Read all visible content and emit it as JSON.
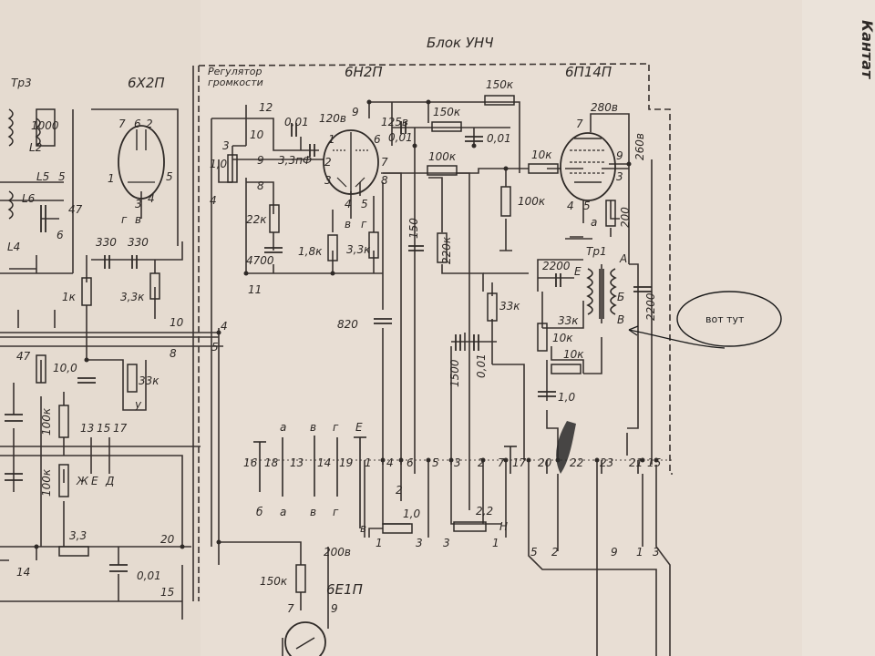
{
  "block_title": "Блок УНЧ",
  "margin_text": "Кантат",
  "tubes": {
    "t1": "6Х2П",
    "t2": "6Н2П",
    "t3": "6П14П",
    "t4": "6Е1П"
  },
  "volume_label_1": "Регулятор",
  "volume_label_2": "громкости",
  "annotation": "вот тут",
  "components": {
    "r_150k_top": "150к",
    "r_150k_mid": "150к",
    "r_100k_mid": "100к",
    "r_100k_right": "100к",
    "r_10k_grid": "10к",
    "r_10k_fb": "10к",
    "r_33k_right": "33к",
    "r_33k_mid": "33к",
    "r_33k_left": "33к",
    "r_22k": "22к",
    "r_1_8k": "1,8к",
    "r_3_3k": "3,3к",
    "r_3_3k_left": "3,3к",
    "r_220k": "220к",
    "r_200": "200",
    "r_1k": "1к",
    "r_100k_l1": "100к",
    "r_100k_l2": "100к",
    "r_47": "47",
    "r_150k_bot": "150к",
    "r_3_3_bot": "3,3",
    "pot_1_0": "1,0",
    "pot_1_0b": "1,0",
    "pot_2_2": "2,2",
    "c_0_01_a": "0,01",
    "c_0_01_b": "0,01",
    "c_0_01_c": "0,01",
    "c_0_01_d": "0,01",
    "c_0_01_bot": "0,01",
    "c_3_3pf": "3,3пФ",
    "c_4700": "4700",
    "c_150": "150",
    "c_820": "820",
    "c_1500": "1500",
    "c_2200a": "2200",
    "c_2200b": "2200",
    "c_1_0": "1,0",
    "c_10_0": "10,0",
    "c_330a": "330",
    "c_330b": "330",
    "c_47": "47",
    "tr1": "Тр1",
    "tr3": "Тр3",
    "l1000": "1000",
    "l2": "L2",
    "l4": "L4",
    "l5": "L5",
    "l6": "L6"
  },
  "voltages": {
    "v120": "120в",
    "v125": "125в",
    "v280": "280в",
    "v260": "260в",
    "v200": "200в"
  },
  "pins": {
    "t2_9": "9",
    "t2_6": "6",
    "t2_7": "7",
    "t2_1": "1",
    "t2_2": "2",
    "t2_3": "3",
    "t2_8": "8",
    "t2_4": "4",
    "t2_5": "5",
    "t3_7": "7",
    "t3_9": "9",
    "t3_3": "3",
    "t3_4": "4",
    "t3_5": "5",
    "t1_7": "7",
    "t1_6": "6",
    "t1_2": "2",
    "t1_1": "1",
    "t1_5": "5",
    "t1_3": "3",
    "t1_4": "4",
    "t4_7": "7",
    "t4_9": "9"
  },
  "letters": {
    "a1": "а",
    "b1": "б",
    "v1": "в",
    "g1": "г",
    "v2": "в",
    "g2": "г",
    "a2": "а",
    "v3": "в",
    "g3": "г",
    "e1": "Е",
    "b2": "б",
    "a3": "а",
    "v4": "в",
    "g4": "г",
    "A": "А",
    "B": "Б",
    "V": "В",
    "E": "Е",
    "N": "Н",
    "v5": "в",
    "u": "у",
    "zh": "Ж",
    "e2": "Е",
    "d": "Д",
    "v6": "в",
    "a4": "а"
  },
  "terminals": {
    "t16": "16",
    "t18": "18",
    "t13": "13",
    "t14": "14",
    "t19": "19",
    "t1": "1",
    "t4": "4",
    "t6": "6",
    "t5": "5",
    "t3": "3",
    "t2": "2",
    "t7": "7",
    "t17": "17",
    "t20": "20",
    "t22": "22",
    "t23": "23",
    "t21": "21",
    "t15": "15",
    "n12": "12",
    "n10": "10",
    "n9": "9",
    "n8": "8",
    "n11": "11",
    "n3": "3",
    "n4": "4",
    "left10": "10",
    "left8": "8",
    "left4": "4",
    "left5": "5",
    "left20": "20",
    "left15": "15",
    "left14": "14",
    "b5": "5",
    "b2": "2",
    "b9": "9",
    "b1": "1",
    "b3": "3",
    "pot2_top": "2",
    "pot2_1": "1",
    "pot2_3": "3",
    "pot3_3": "3",
    "pot3_1": "1",
    "k13": "13",
    "k15": "15",
    "k17": "17",
    "l47": "47",
    "l6": "6",
    "l5": "5"
  }
}
